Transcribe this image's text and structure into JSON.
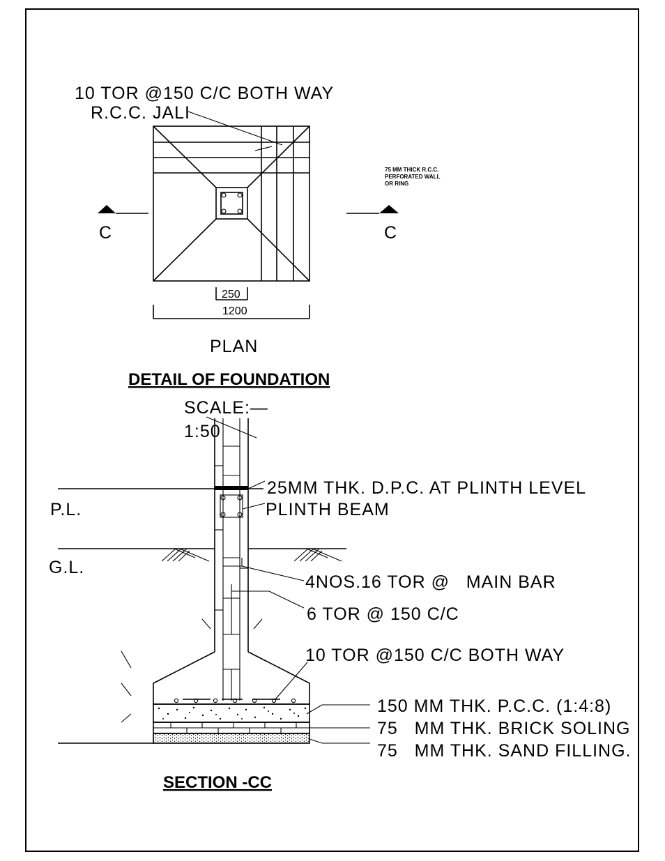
{
  "plan": {
    "rebar_label": "10 TOR @150 C/C BOTH WAY",
    "jali_label": "R.C.C. JALI",
    "note_line1": "75 MM THICK R.C.C.",
    "note_line2": "PERFORATED WALL",
    "note_line3": "OR RING",
    "section_mark_left": "C",
    "section_mark_right": "C",
    "dim_column": "250",
    "dim_footing": "1200",
    "caption": "PLAN"
  },
  "title": {
    "heading": "DETAIL OF FOUNDATION",
    "scale_line1": "SCALE:—",
    "scale_line2": "1:50"
  },
  "section": {
    "dpc_label": "25MM THK. D.P.C. AT PLINTH LEVEL",
    "pl_label": "P.L.",
    "beam_label": "PLINTH BEAM",
    "gl_label": "G.L.",
    "main_bar_label": "4NOS.16 TOR @   MAIN BAR",
    "stirrup_label": "6 TOR @ 150 C/C",
    "footing_bar_label": "10 TOR @150 C/C BOTH WAY",
    "pcc_label": "150 MM THK. P.C.C. (1:4:8)",
    "brick_label": "75   MM THK. BRICK SOLING",
    "sand_label": "75   MM THK. SAND FILLING.",
    "caption": "SECTION -CC"
  }
}
